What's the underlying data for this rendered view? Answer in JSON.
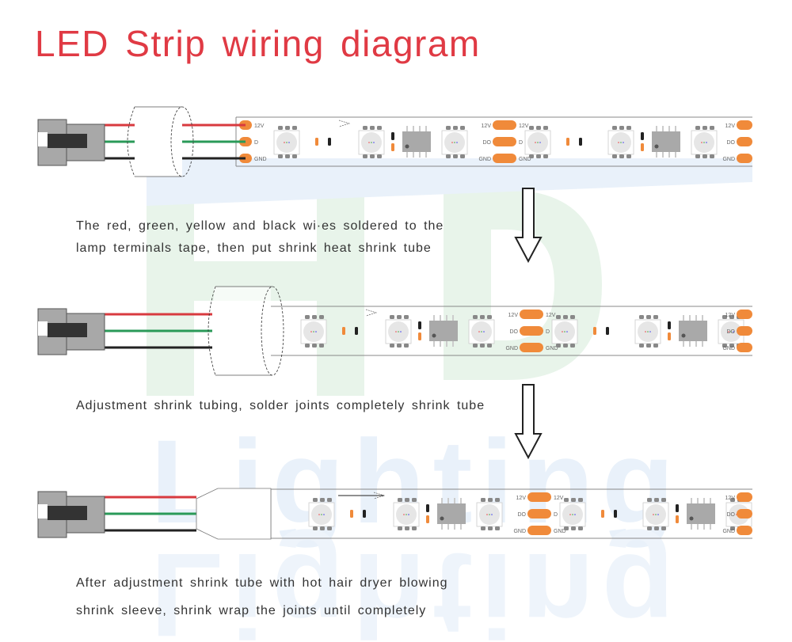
{
  "title": "LED Strip wiring diagram",
  "watermark": {
    "lines": [
      "HD",
      "Lighting",
      "Lighting"
    ],
    "colors": [
      "#e8f4ea",
      "#e9f1fa"
    ]
  },
  "colors": {
    "title": "#e03a44",
    "wire_red": "#d83a3f",
    "wire_green": "#2a9a58",
    "wire_black": "#222222",
    "pad_orange": "#f08a3a",
    "connector_gray": "#a8a8a8",
    "connector_dark": "#333333",
    "ic_gray": "#a9a9a9",
    "led_gray": "#e6e6e6"
  },
  "steps": [
    {
      "id": "step1",
      "caption_lines": [
        "The red,  green,  yellow and black wi·es soldered to the",
        "lamp terminals tape,  then put shrink heat shrink tube"
      ],
      "tube_state": "separate"
    },
    {
      "id": "step2",
      "caption_lines": [
        "Adjustment shrink tubing,  solder joints completely shrink tube"
      ],
      "tube_state": "over-joint"
    },
    {
      "id": "step3",
      "caption_lines": [
        "After adjustment shrink tube with hot hair dryer blowing",
        "shrink sleeve,  shrink wrap the joints until completely"
      ],
      "tube_state": "shrunk"
    }
  ],
  "pads": {
    "input": [
      "12V",
      "D",
      "GND"
    ],
    "output": [
      "12V",
      "DO",
      "GND"
    ]
  },
  "wires": [
    "red",
    "green",
    "black"
  ]
}
